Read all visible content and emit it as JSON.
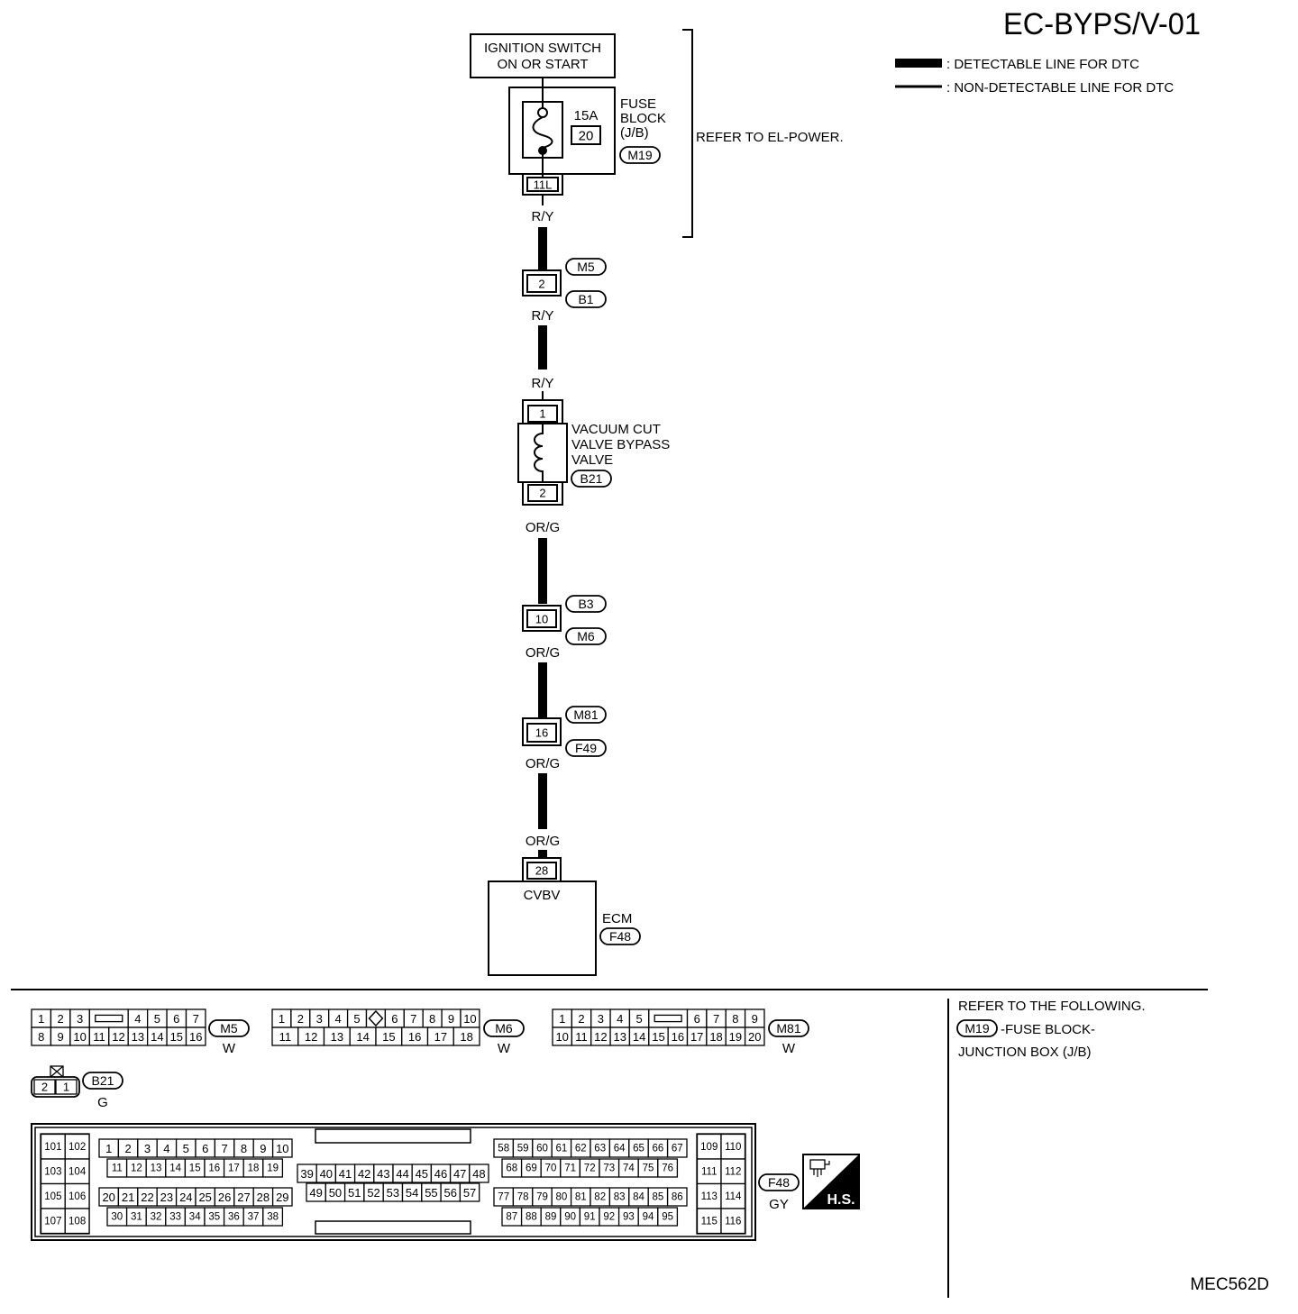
{
  "title": "EC-BYPS/V-01",
  "legend": {
    "detectable": ": DETECTABLE LINE FOR DTC",
    "non_detectable": ": NON-DETECTABLE LINE FOR DTC"
  },
  "ignition_switch": {
    "line1": "IGNITION SWITCH",
    "line2": "ON OR START"
  },
  "fuse_block": {
    "rating": "15A",
    "fuse_number": "20",
    "label": [
      "FUSE",
      "BLOCK",
      "(J/B)"
    ],
    "connector": "M19",
    "terminal": "11L"
  },
  "refer_power": "REFER TO EL-POWER.",
  "joint_m5_b1": {
    "pin": "2",
    "upper": "M5",
    "lower": "B1"
  },
  "valve": {
    "label": [
      "VACUUM CUT",
      "VALVE BYPASS",
      "VALVE"
    ],
    "connector": "B21",
    "pin_in": "1",
    "pin_out": "2"
  },
  "joint_b3_m6": {
    "pin": "10",
    "upper": "B3",
    "lower": "M6"
  },
  "joint_m81_f49": {
    "pin": "16",
    "upper": "M81",
    "lower": "F49"
  },
  "ecm": {
    "label": "ECM",
    "connector": "F48",
    "pin": "28",
    "terminal_name": "CVBV"
  },
  "wire_labels": [
    "R/Y",
    "R/Y",
    "R/Y",
    "OR/G",
    "OR/G",
    "OR/G",
    "OR/G"
  ],
  "refer_following": {
    "heading": "REFER TO THE FOLLOWING.",
    "connector": "M19",
    "line1": "-FUSE BLOCK-",
    "line2": "JUNCTION BOX (J/B)"
  },
  "connector_views": {
    "M5": {
      "id": "M5",
      "color": "W",
      "rows": [
        [
          "1",
          "2",
          "3",
          "4",
          "5",
          "6",
          "7"
        ],
        [
          "8",
          "9",
          "10",
          "11",
          "12",
          "13",
          "14",
          "15",
          "16"
        ]
      ]
    },
    "M6": {
      "id": "M6",
      "color": "W",
      "rows": [
        [
          "1",
          "2",
          "3",
          "4",
          "5",
          "6",
          "7",
          "8",
          "9",
          "10"
        ],
        [
          "11",
          "12",
          "13",
          "14",
          "15",
          "16",
          "17",
          "18"
        ]
      ]
    },
    "M81": {
      "id": "M81",
      "color": "W",
      "rows": [
        [
          "1",
          "2",
          "3",
          "4",
          "5",
          "6",
          "7",
          "8",
          "9"
        ],
        [
          "10",
          "11",
          "12",
          "13",
          "14",
          "15",
          "16",
          "17",
          "18",
          "19",
          "20"
        ]
      ]
    },
    "B21": {
      "id": "B21",
      "color": "G",
      "pins": [
        "2",
        "1"
      ]
    },
    "F48": {
      "id": "F48",
      "color": "GY",
      "groups": {
        "left_block": [
          "101",
          "102",
          "103",
          "104",
          "105",
          "106",
          "107",
          "108"
        ],
        "upper_left_row1": [
          "1",
          "2",
          "3",
          "4",
          "5",
          "6",
          "7",
          "8",
          "9",
          "10"
        ],
        "upper_left_row2": [
          "11",
          "12",
          "13",
          "14",
          "15",
          "16",
          "17",
          "18",
          "19"
        ],
        "lower_left_row1": [
          "20",
          "21",
          "22",
          "23",
          "24",
          "25",
          "26",
          "27",
          "28",
          "29"
        ],
        "lower_left_row2": [
          "30",
          "31",
          "32",
          "33",
          "34",
          "35",
          "36",
          "37",
          "38"
        ],
        "middle_row1": [
          "39",
          "40",
          "41",
          "42",
          "43",
          "44",
          "45",
          "46",
          "47",
          "48"
        ],
        "middle_row2": [
          "49",
          "50",
          "51",
          "52",
          "53",
          "54",
          "55",
          "56",
          "57"
        ],
        "upper_right_row1": [
          "58",
          "59",
          "60",
          "61",
          "62",
          "63",
          "64",
          "65",
          "66",
          "67"
        ],
        "upper_right_row2": [
          "68",
          "69",
          "70",
          "71",
          "72",
          "73",
          "74",
          "75",
          "76"
        ],
        "lower_right_row1": [
          "77",
          "78",
          "79",
          "80",
          "81",
          "82",
          "83",
          "84",
          "85",
          "86"
        ],
        "lower_right_row2": [
          "87",
          "88",
          "89",
          "90",
          "91",
          "92",
          "93",
          "94",
          "95"
        ],
        "right_block": [
          "109",
          "110",
          "111",
          "112",
          "113",
          "114",
          "115",
          "116"
        ]
      }
    }
  },
  "hs_icon": {
    "label": "H.S.",
    "icon": "harness-icon"
  },
  "figure_id": "MEC562D"
}
